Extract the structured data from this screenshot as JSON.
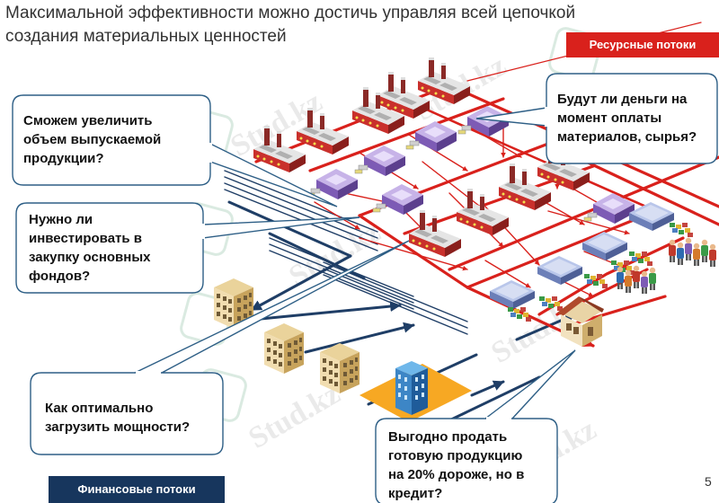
{
  "title": {
    "line1": "Максимальной эффективности можно достичь управляя всей цепочкой",
    "line2": "создания материальных ценностей"
  },
  "tags": {
    "resource_flows": "Ресурсные потоки",
    "financial_flows": "Финансовые потоки"
  },
  "callouts": {
    "increase_output": [
      "Сможем увеличить",
      "объем выпускаемой",
      "продукции?"
    ],
    "invest_assets": [
      "Нужно ли",
      "инвестировать в",
      "закупку основных",
      "фондов?"
    ],
    "load_capacity": [
      "Как оптимально",
      "загрузить мощности?"
    ],
    "money_payment": [
      "Будут ли деньги на",
      "момент оплаты",
      "материалов, сырья?"
    ],
    "sell_credit": [
      "Выгодно продать",
      "готовую продукцию",
      "на 20% дороже, но в",
      "кредит?"
    ]
  },
  "watermark": "Stud.kz",
  "page_number": "5",
  "colors": {
    "resource_flow": "#d9211c",
    "financial_flow": "#1f3e66",
    "callout_border": "#2e5f86",
    "warehouse_floor": "#f7a823"
  },
  "icons": [
    "factory-icon",
    "machine-icon",
    "warehouse-icon",
    "office-building-icon",
    "house-icon",
    "crowd-icon",
    "goods-icon"
  ]
}
